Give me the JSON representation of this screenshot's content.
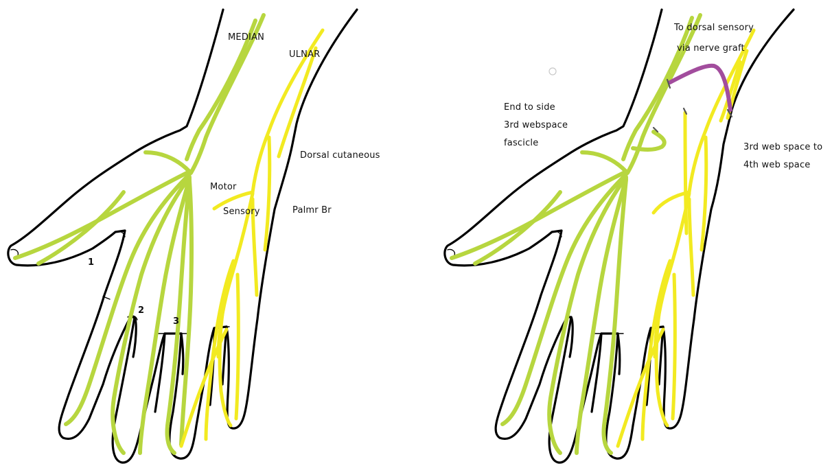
{
  "colors": {
    "median_nerve": "#b7d63f",
    "ulnar_nerve": "#f2ea21",
    "graft": "#a24d9d",
    "outline": "#000000",
    "background": "#ffffff"
  },
  "left_panel": {
    "labels": {
      "median": "MEDIAN",
      "ulnar": "ULNAR",
      "dorsal_cutaneous": "Dorsal cutaneous",
      "motor": "Motor",
      "sensory": "Sensory",
      "palmar_branch": "Palmr Br"
    },
    "webspace_numbers": {
      "first": "1",
      "second": "2",
      "third": "3"
    }
  },
  "right_panel": {
    "labels": {
      "graft_line1": "To dorsal sensory",
      "graft_line2": "via nerve graft",
      "end_to_side_line1": "End to side",
      "end_to_side_line2": "3rd webspace",
      "end_to_side_line3": "fascicle",
      "transfer_line1": "3rd web space to",
      "transfer_line2": "4th web space"
    }
  }
}
